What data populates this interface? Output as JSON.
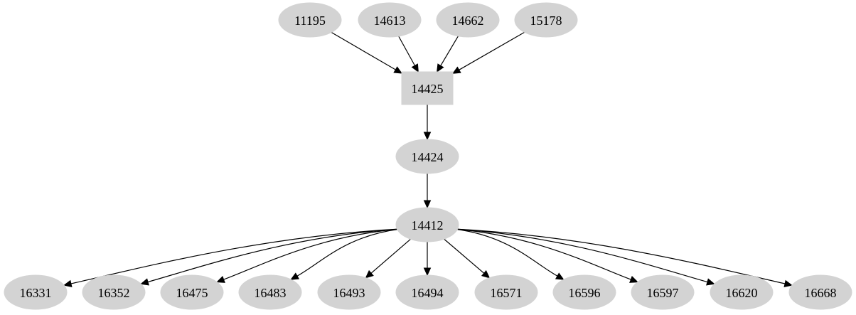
{
  "graph": {
    "type": "directed",
    "nodes": [
      {
        "id": "11195",
        "label": "11195",
        "shape": "ellipse",
        "rank": 0
      },
      {
        "id": "14613",
        "label": "14613",
        "shape": "ellipse",
        "rank": 0
      },
      {
        "id": "14662",
        "label": "14662",
        "shape": "ellipse",
        "rank": 0
      },
      {
        "id": "15178",
        "label": "15178",
        "shape": "ellipse",
        "rank": 0
      },
      {
        "id": "14425",
        "label": "14425",
        "shape": "box",
        "rank": 1
      },
      {
        "id": "14424",
        "label": "14424",
        "shape": "ellipse",
        "rank": 2
      },
      {
        "id": "14412",
        "label": "14412",
        "shape": "ellipse",
        "rank": 3
      },
      {
        "id": "16331",
        "label": "16331",
        "shape": "ellipse",
        "rank": 4
      },
      {
        "id": "16352",
        "label": "16352",
        "shape": "ellipse",
        "rank": 4
      },
      {
        "id": "16475",
        "label": "16475",
        "shape": "ellipse",
        "rank": 4
      },
      {
        "id": "16483",
        "label": "16483",
        "shape": "ellipse",
        "rank": 4
      },
      {
        "id": "16493",
        "label": "16493",
        "shape": "ellipse",
        "rank": 4
      },
      {
        "id": "16494",
        "label": "16494",
        "shape": "ellipse",
        "rank": 4
      },
      {
        "id": "16571",
        "label": "16571",
        "shape": "ellipse",
        "rank": 4
      },
      {
        "id": "16596",
        "label": "16596",
        "shape": "ellipse",
        "rank": 4
      },
      {
        "id": "16597",
        "label": "16597",
        "shape": "ellipse",
        "rank": 4
      },
      {
        "id": "16620",
        "label": "16620",
        "shape": "ellipse",
        "rank": 4
      },
      {
        "id": "16668",
        "label": "16668",
        "shape": "ellipse",
        "rank": 4
      }
    ],
    "edges": [
      {
        "from": "11195",
        "to": "14425"
      },
      {
        "from": "14613",
        "to": "14425"
      },
      {
        "from": "14662",
        "to": "14425"
      },
      {
        "from": "15178",
        "to": "14425"
      },
      {
        "from": "14425",
        "to": "14424"
      },
      {
        "from": "14424",
        "to": "14412"
      },
      {
        "from": "14412",
        "to": "16331"
      },
      {
        "from": "14412",
        "to": "16352"
      },
      {
        "from": "14412",
        "to": "16475"
      },
      {
        "from": "14412",
        "to": "16483"
      },
      {
        "from": "14412",
        "to": "16493"
      },
      {
        "from": "14412",
        "to": "16494"
      },
      {
        "from": "14412",
        "to": "16571"
      },
      {
        "from": "14412",
        "to": "16596"
      },
      {
        "from": "14412",
        "to": "16597"
      },
      {
        "from": "14412",
        "to": "16620"
      },
      {
        "from": "14412",
        "to": "16668"
      }
    ],
    "colors": {
      "node_fill": "#d3d3d3",
      "edge": "#000000",
      "background": "#ffffff"
    }
  }
}
